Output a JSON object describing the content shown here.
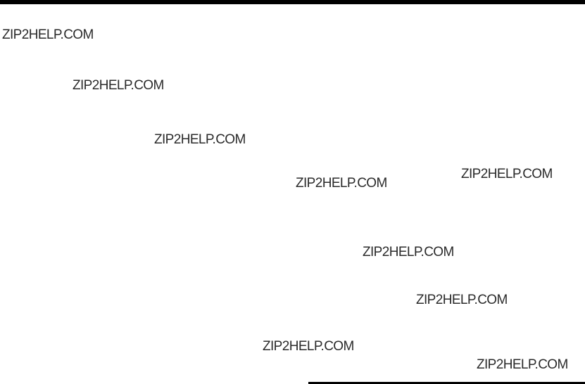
{
  "watermarks": [
    {
      "text": "ZIP2HELP.COM"
    },
    {
      "text": "ZIP2HELP.COM"
    },
    {
      "text": "ZIP2HELP.COM"
    },
    {
      "text": "ZIP2HELP.COM"
    },
    {
      "text": "ZIP2HELP.COM"
    },
    {
      "text": "ZIP2HELP.COM"
    },
    {
      "text": "ZIP2HELP.COM"
    },
    {
      "text": "ZIP2HELP.COM"
    },
    {
      "text": "ZIP2HELP.COM"
    }
  ]
}
